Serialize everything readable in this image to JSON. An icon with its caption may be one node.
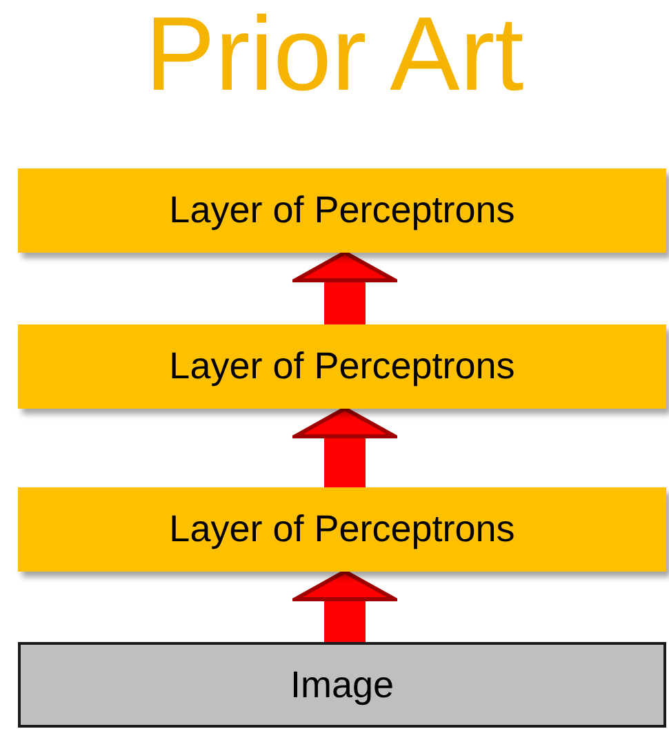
{
  "diagram": {
    "title": "Prior Art",
    "nodes": [
      {
        "text": [
          "Layer of Perceptrons"
        ]
      },
      {
        "text": [
          "Layer of Perceptrons"
        ]
      },
      {
        "text": [
          "Layer of Perceptrons"
        ]
      },
      {
        "text": [
          "Image"
        ]
      }
    ],
    "edges": [
      {
        "from": 3,
        "to": 2,
        "arrow": "to"
      },
      {
        "from": 2,
        "to": 1,
        "arrow": "to"
      },
      {
        "from": 1,
        "to": 0,
        "arrow": "to"
      }
    ]
  }
}
